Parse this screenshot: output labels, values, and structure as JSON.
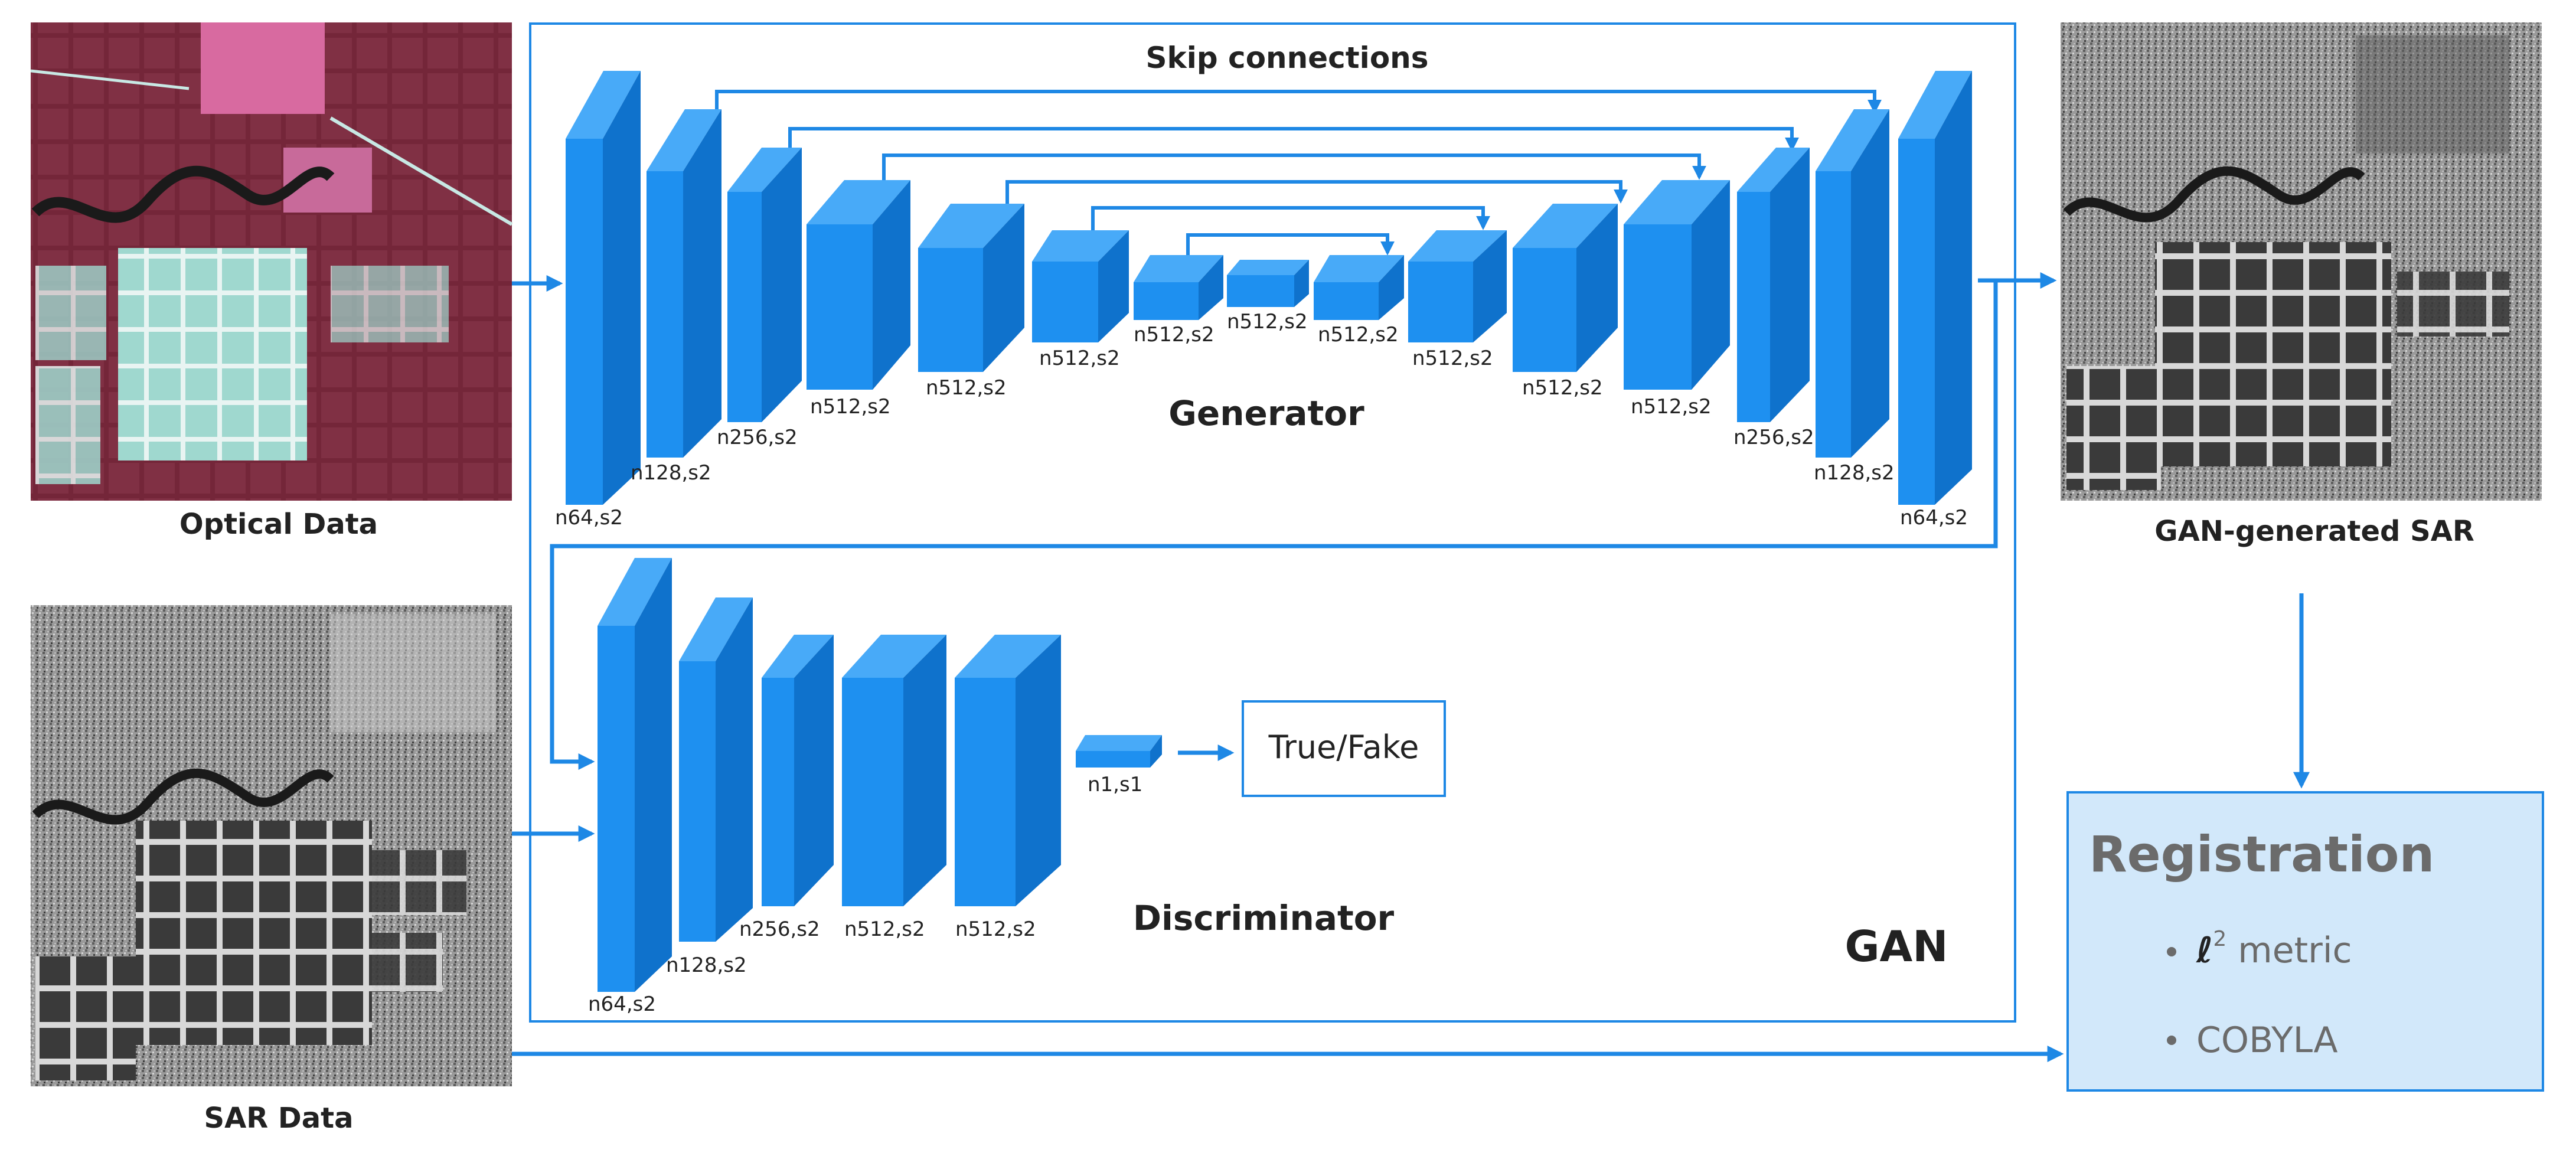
{
  "images": {
    "optical_caption": "Optical Data",
    "sar_caption": "SAR Data",
    "generated_caption": "GAN-generated SAR"
  },
  "gan": {
    "skip_label": "Skip connections",
    "generator_label": "Generator",
    "discriminator_label": "Discriminator",
    "gan_label": "GAN",
    "generator_layers": [
      "n64,s2",
      "n128,s2",
      "n256,s2",
      "n512,s2",
      "n512,s2",
      "n512,s2",
      "n512,s2",
      "n512,s2",
      "n512,s2",
      "n512,s2",
      "n512,s2",
      "n512,s2",
      "n256,s2",
      "n128,s2",
      "n64,s2"
    ],
    "discriminator_layers": [
      "n64,s2",
      "n128,s2",
      "n256,s2",
      "n512,s2",
      "n512,s2",
      "n1,s1"
    ],
    "output_label": "True/Fake"
  },
  "registration": {
    "title": "Registration",
    "item1_symbol": "ℓ",
    "item1_sup": "2",
    "item1_text": "metric",
    "item2_text": "COBYLA"
  },
  "colors": {
    "block_front": "#1e90f0",
    "block_side": "#0f72cc",
    "block_top": "#48aaf8",
    "arrow": "#1e88e5",
    "reg_fill": "#d2e8fa"
  }
}
